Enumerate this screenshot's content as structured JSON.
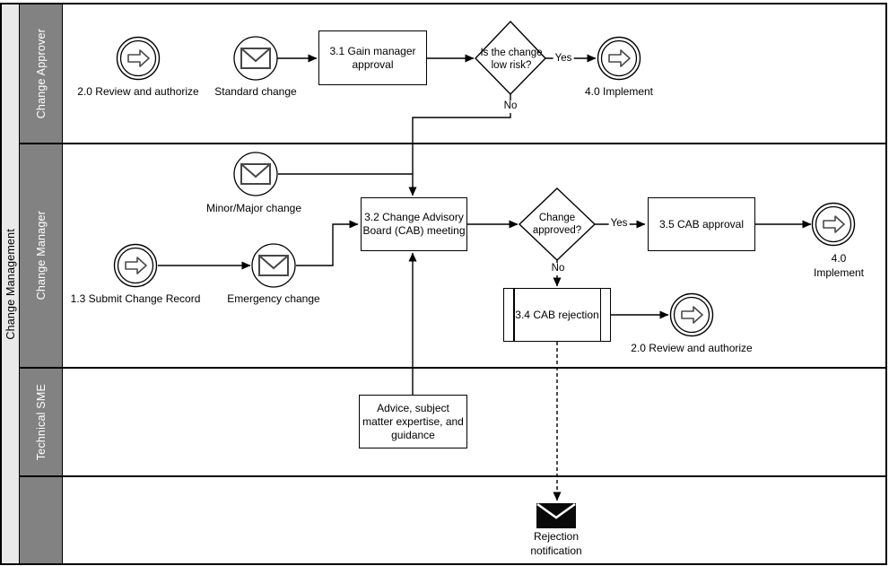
{
  "pool": {
    "label": "Change Management"
  },
  "lanes": [
    {
      "label": "Change Approver"
    },
    {
      "label": "Change Manager"
    },
    {
      "label": "Technical SME"
    },
    {
      "label": ""
    }
  ],
  "nodes": {
    "review_authorize_top": "2.0 Review and authorize",
    "standard_change": "Standard change",
    "task_31": "3.1 Gain manager\napproval",
    "gateway_low_risk": "Is the change\nlow risk?",
    "implement_top": "4.0 Implement",
    "minor_major_change": "Minor/Major change",
    "submit_change_record": "1.3 Submit Change Record",
    "emergency_change": "Emergency change",
    "task_32": "3.2 Change Advisory\nBoard (CAB) meeting",
    "gateway_change_approved": "Change\napproved?",
    "task_35": "3.5 CAB approval",
    "implement_mid": "4.0 Implement",
    "task_34": "3.4 CAB rejection",
    "review_authorize_mid": "2.0 Review and authorize",
    "advice": "Advice, subject\nmatter expertise, and\nguidance",
    "rejection_notification": "Rejection\nnotification"
  },
  "edge_labels": {
    "low_risk_yes": "Yes",
    "low_risk_no": "No",
    "approved_yes": "Yes",
    "approved_no": "No"
  },
  "icons": {
    "link_event": "arrow-icon",
    "message_event": "envelope-icon",
    "message_end": "filled-envelope-icon"
  },
  "colors": {
    "lane_header_bg": "#828282",
    "pool_band_bg": "#e9e9e9",
    "lane_header_text": "#ffffff",
    "shape_stroke": "#000000",
    "icon_stroke": "#4a4a4a",
    "shape_fill": "#ffffff"
  }
}
